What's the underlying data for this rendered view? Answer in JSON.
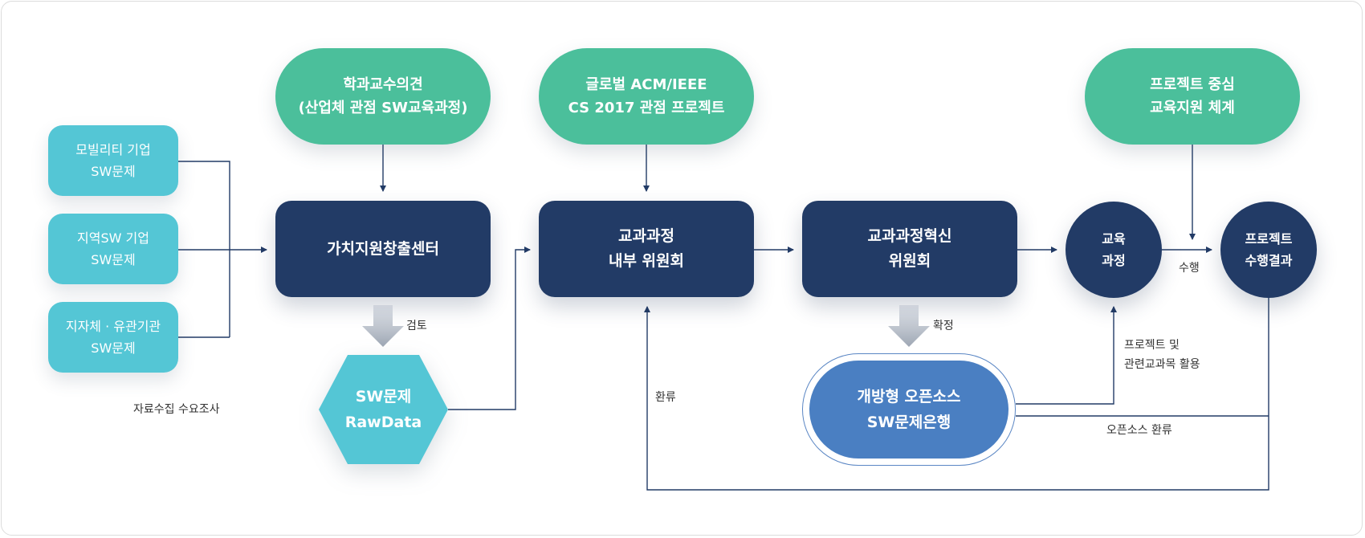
{
  "nodes": {
    "dept_opinion": "학과교수의견\n(산업체 관점 SW교육과정)",
    "acm_ieee": "글로벌 ACM/IEEE\nCS 2017 관점 프로젝트",
    "project_support": "프로젝트 중심\n교육지원 체계",
    "mobility": "모빌리티 기업\nSW문제",
    "regional": "지역SW 기업\nSW문제",
    "local_gov": "지자체 · 유관기관\nSW문제",
    "value_center": "가치지원창출센터",
    "curriculum_internal": "교과과정\n내부 위원회",
    "curriculum_innovation": "교과과정혁신\n위원회",
    "curriculum_circle": "교육\n과정",
    "project_result": "프로젝트\n수행결과",
    "sw_rawdata": "SW문제\nRawData",
    "open_bank": "개방형 오픈소스\nSW문제은행"
  },
  "labels": {
    "data_collection": "자료수집 수요조사",
    "review": "검토",
    "confirm": "확정",
    "feedback": "환류",
    "perform": "수행",
    "project_usage": "프로젝트 및\n관련교과목 활용",
    "opensource_feedback": "오픈소스 환류"
  },
  "colors": {
    "green": "#4bbf9b",
    "teal": "#54c6d5",
    "navy": "#223b66",
    "blue": "#4a7fc2",
    "line": "#223b66"
  }
}
